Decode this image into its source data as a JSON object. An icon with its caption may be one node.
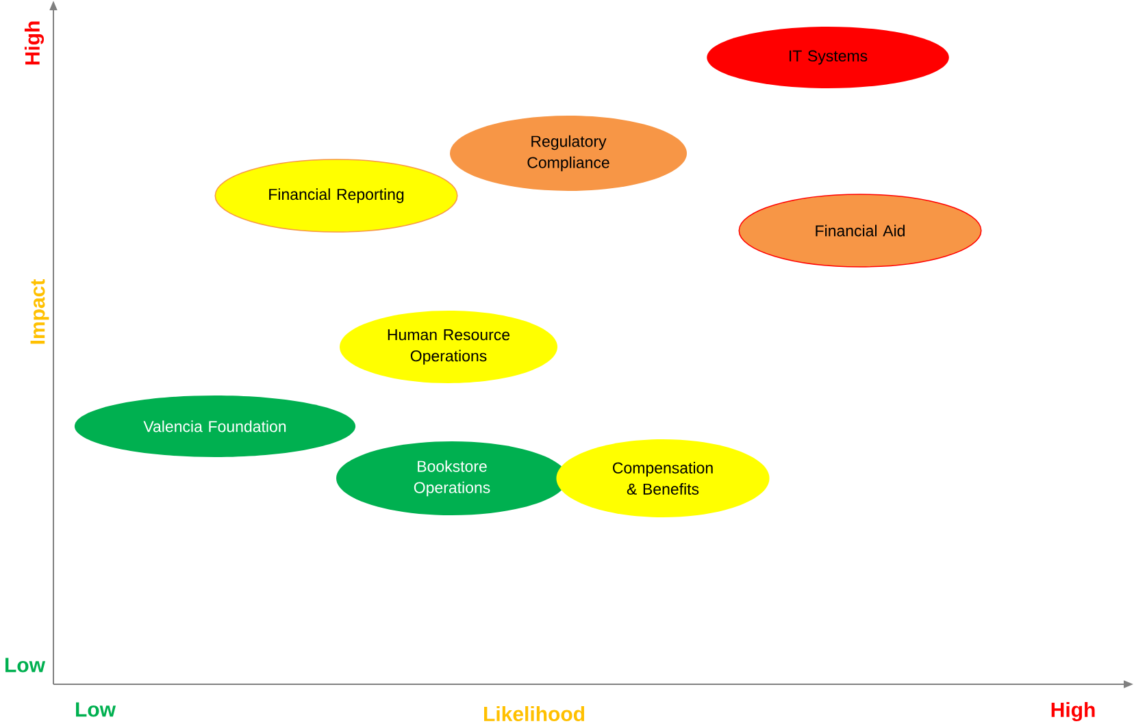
{
  "diagram": {
    "nodes": [
      {
        "text": [
          "IT Systems"
        ]
      },
      {
        "text": [
          "Regulatory Compliance"
        ]
      },
      {
        "text": [
          "Financial Reporting"
        ]
      },
      {
        "text": [
          "Financial Aid"
        ]
      },
      {
        "text": [
          "Human Resource Operations"
        ]
      },
      {
        "text": [
          "Valencia Foundation"
        ]
      },
      {
        "text": [
          "Bookstore Operations"
        ]
      },
      {
        "text": [
          "Compensation & Benefits"
        ]
      }
    ],
    "labels": [
      "High",
      "Impact",
      "Low",
      "Low",
      "Likelihood",
      "High"
    ]
  }
}
